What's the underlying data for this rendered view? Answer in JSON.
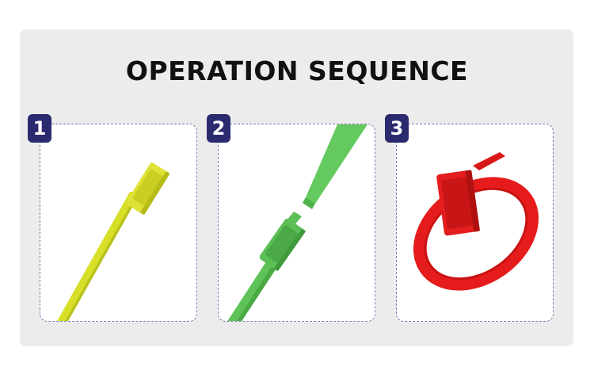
{
  "title": "OPERATION SEQUENCE",
  "steps": [
    {
      "number": "1",
      "image": "yellow-seal-strap-icon",
      "color": "#d8e02a"
    },
    {
      "number": "2",
      "image": "green-seal-insertion-icon",
      "color": "#5fc55a"
    },
    {
      "number": "3",
      "image": "red-seal-closed-loop-icon",
      "color": "#e61c1c"
    }
  ]
}
